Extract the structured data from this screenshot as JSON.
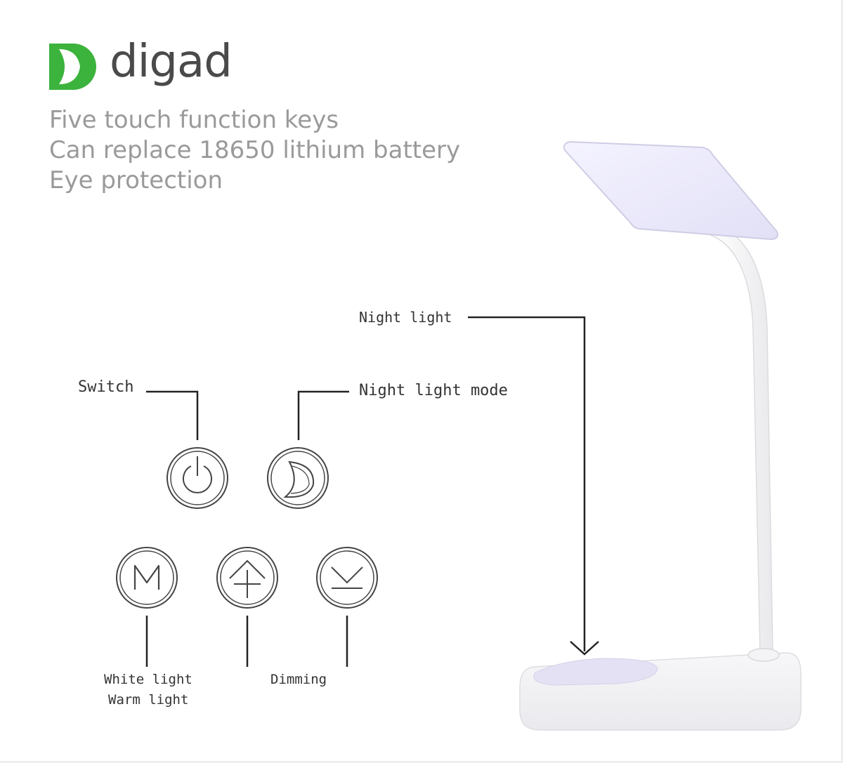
{
  "brand": {
    "name": "digad",
    "logo_color": "#3bb33d"
  },
  "features": [
    "Five touch function keys",
    "Can replace 18650 lithium battery",
    "Eye protection"
  ],
  "callouts": {
    "night_light": "Night light",
    "switch": "Switch",
    "night_light_mode": "Night light mode",
    "white_light": "White light",
    "warm_light": "Warm light",
    "dimming": "Dimming"
  },
  "keys": [
    {
      "name": "power-icon",
      "glyph": "power"
    },
    {
      "name": "moon-icon",
      "glyph": "moon"
    },
    {
      "name": "mode-m-icon",
      "glyph": "M"
    },
    {
      "name": "brightness-up-icon",
      "glyph": "up-plus"
    },
    {
      "name": "brightness-down-icon",
      "glyph": "down-minus"
    }
  ]
}
